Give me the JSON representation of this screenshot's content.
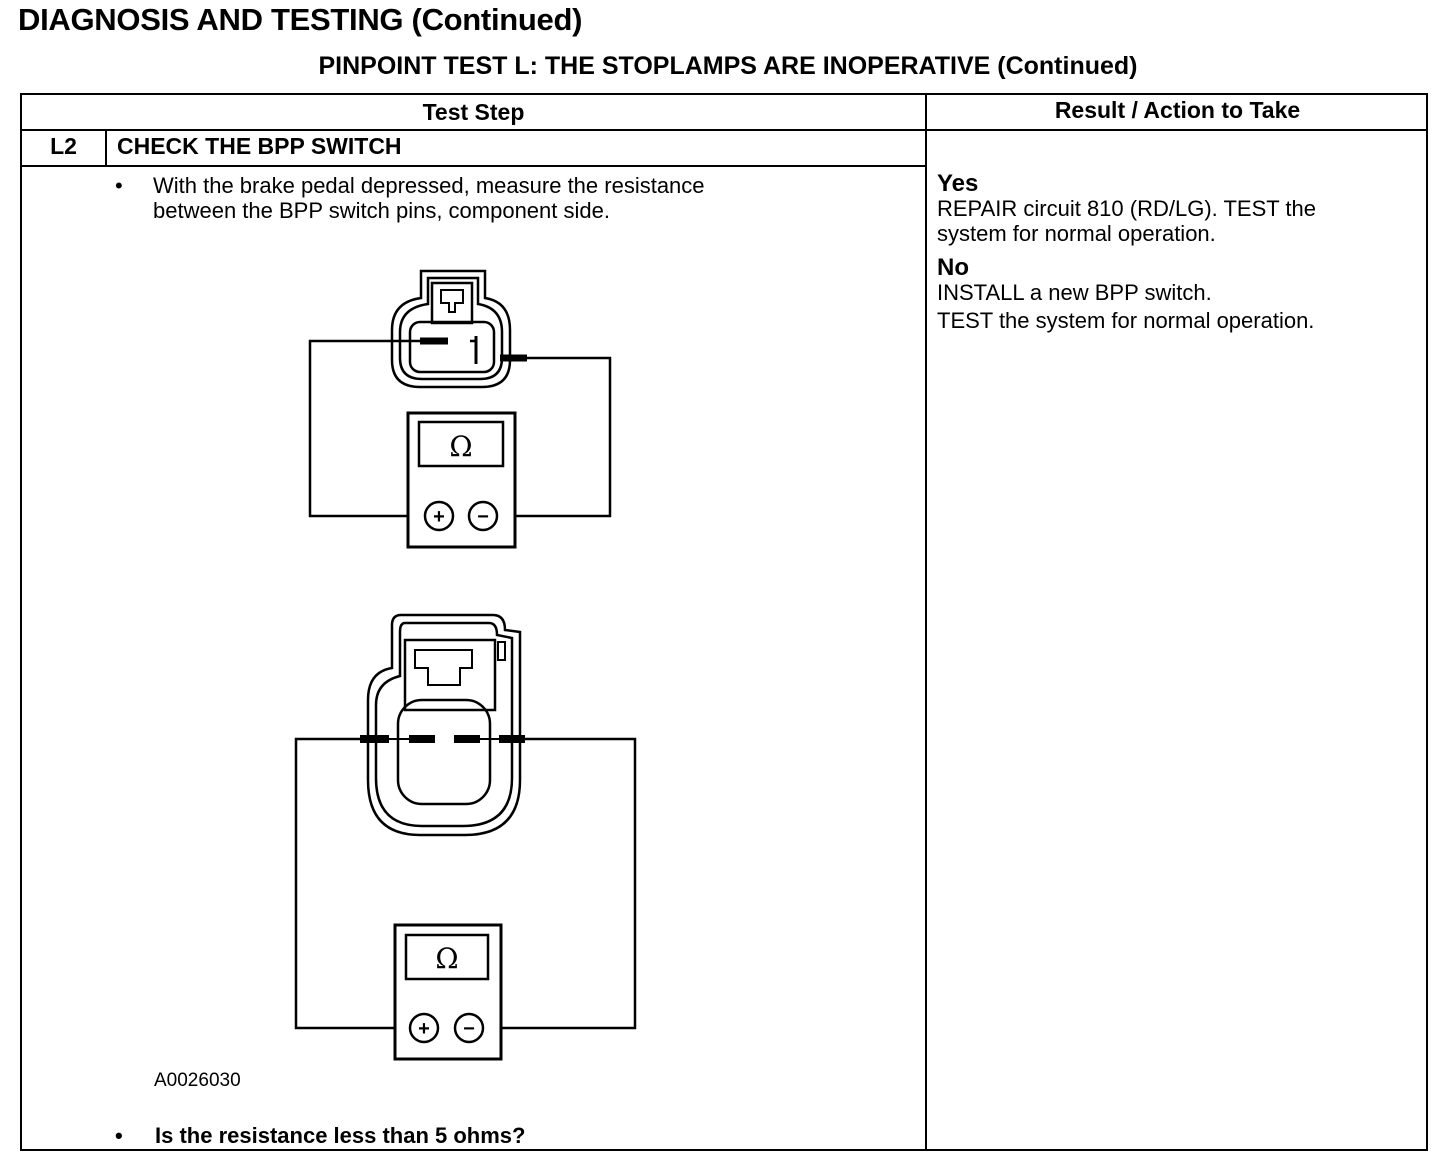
{
  "page_title": "DIAGNOSIS AND TESTING (Continued)",
  "table_title": "PINPOINT TEST L: THE STOPLAMPS ARE INOPERATIVE (Continued)",
  "columns": {
    "test_step": "Test Step",
    "result": "Result / Action to Take"
  },
  "step": {
    "id": "L2",
    "title": "CHECK THE BPP SWITCH",
    "bullet_symbol": "•",
    "instruction_lines": [
      "With the brake pedal depressed, measure the resistance",
      "between the BPP switch pins, component side."
    ],
    "figure_id": "A0026030",
    "question": "Is the resistance less than 5 ohms?"
  },
  "meter": {
    "symbol": "Ω",
    "plus": "+",
    "minus": "−"
  },
  "results": [
    {
      "lead": "Yes",
      "lines": [
        "REPAIR circuit 810 (RD/LG). TEST the",
        "system for normal operation."
      ]
    },
    {
      "lead": "No",
      "lines": [
        "INSTALL a new BPP switch.",
        "TEST the system for normal operation."
      ]
    }
  ]
}
